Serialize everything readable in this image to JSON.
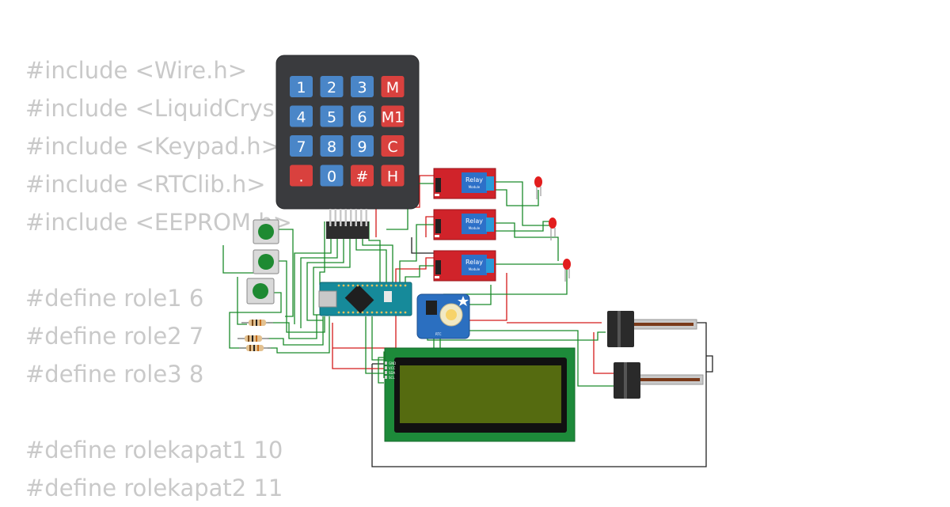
{
  "code_lines": [
    "#include <Wire.h>",
    "#include <LiquidCrys",
    "#include <Keypad.h>",
    "#include <RTClib.h>",
    "#include <EEPROM.h>",
    "",
    "#define role1 6",
    "#define role2 7",
    "#define role3 8",
    "",
    "#define rolekapat1 10",
    "#define rolekapat2 11"
  ],
  "keypad": {
    "keys": [
      {
        "label": "1",
        "color": "#4a86c8"
      },
      {
        "label": "2",
        "color": "#4a86c8"
      },
      {
        "label": "3",
        "color": "#4a86c8"
      },
      {
        "label": "M",
        "color": "#d9413e"
      },
      {
        "label": "4",
        "color": "#4a86c8"
      },
      {
        "label": "5",
        "color": "#4a86c8"
      },
      {
        "label": "6",
        "color": "#4a86c8"
      },
      {
        "label": "M1",
        "color": "#d9413e"
      },
      {
        "label": "7",
        "color": "#4a86c8"
      },
      {
        "label": "8",
        "color": "#4a86c8"
      },
      {
        "label": "9",
        "color": "#4a86c8"
      },
      {
        "label": "C",
        "color": "#d9413e"
      },
      {
        "label": ".",
        "color": "#d9413e"
      },
      {
        "label": "0",
        "color": "#4a86c8"
      },
      {
        "label": "#",
        "color": "#d9413e"
      },
      {
        "label": "H",
        "color": "#d9413e"
      }
    ]
  },
  "relays": [
    {
      "label": "Relay",
      "sublabel": "Module"
    },
    {
      "label": "Relay",
      "sublabel": "Module"
    },
    {
      "label": "Relay",
      "sublabel": "Module"
    }
  ],
  "rtc": {
    "label": "RTC"
  },
  "lcd_pins": [
    "GND",
    "VCC",
    "SDA",
    "SCL"
  ],
  "colors": {
    "wire_green": "#1a8a2a",
    "wire_red": "#d41a1a",
    "wire_black": "#222222",
    "relay_red": "#d0232a",
    "lcd_green": "#1d8a3a",
    "lcd_screen": "#556b10"
  }
}
